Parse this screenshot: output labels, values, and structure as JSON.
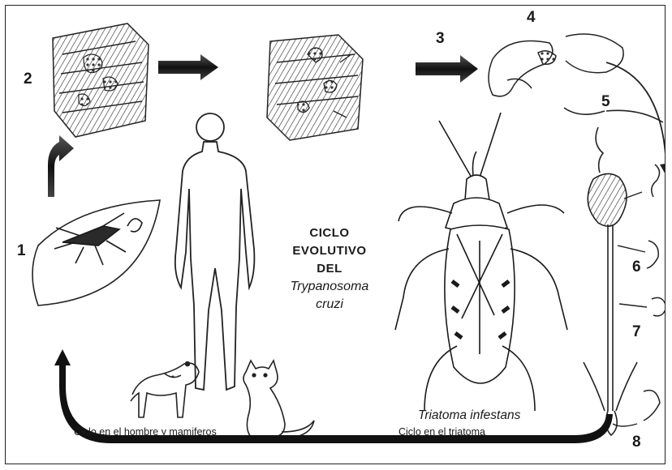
{
  "title": {
    "line1": "CICLO",
    "line2": "EVOLUTIVO",
    "line3": "DEL",
    "line4": "Trypanosoma",
    "line5": "cruzi"
  },
  "stages": [
    "1",
    "2",
    "3",
    "4",
    "5",
    "6",
    "7",
    "8"
  ],
  "captions": {
    "human_cycle": "Ciclo en el hombre y mamiferos",
    "vector_cycle": "Ciclo en el triatoma",
    "species": "Triatoma infestans"
  },
  "colors": {
    "ink": "#1a1a1a",
    "arrow": "#111111",
    "background": "#ffffff"
  }
}
